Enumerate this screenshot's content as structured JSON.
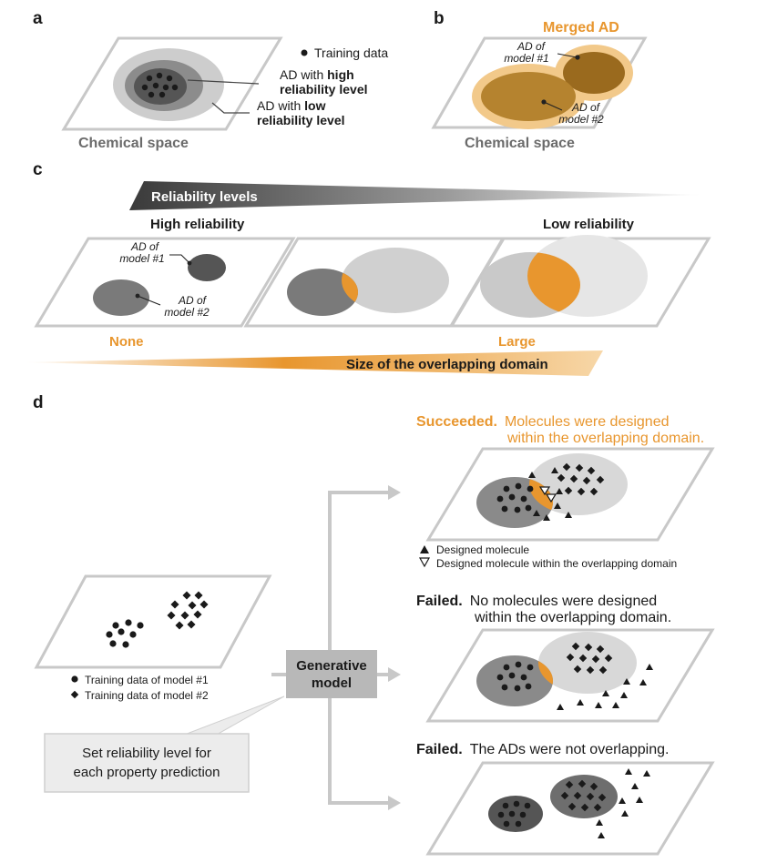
{
  "panels": {
    "a": {
      "letter": "a",
      "legend_training": "Training data",
      "high_line1_pre": "AD with ",
      "high_line1_bold": "high",
      "high_line2": "reliability level",
      "low_line1_pre": "AD with ",
      "low_line1_bold": "low",
      "low_line2": "reliability level",
      "space_label": "Chemical space"
    },
    "b": {
      "letter": "b",
      "merged_title": "Merged AD",
      "ad1_line1": "AD of",
      "ad1_line2": "model #1",
      "ad2_line1": "AD of",
      "ad2_line2": "model #2",
      "space_label": "Chemical space"
    },
    "c": {
      "letter": "c",
      "reliability_banner": "Reliability levels",
      "high_label": "High reliability",
      "low_label": "Low reliability",
      "ad1_line1": "AD of",
      "ad1_line2": "model #1",
      "ad2_line1": "AD of",
      "ad2_line2": "model #2",
      "none_label": "None",
      "large_label": "Large",
      "overlap_banner": "Size of the overlapping domain"
    },
    "d": {
      "letter": "d",
      "legend_model1": "Training data of model #1",
      "legend_model2": "Training data of model #2",
      "reliability_box_line1": "Set reliability level for",
      "reliability_box_line2": "each property prediction",
      "generative_line1": "Generative",
      "generative_line2": "model",
      "success_bold": "Succeeded.",
      "success_line1": "Molecules were designed",
      "success_line2": "within the overlapping domain.",
      "legend_designed": "Designed molecule",
      "legend_designed_overlap": "Designed molecule within the overlapping domain",
      "fail1_bold": "Failed.",
      "fail1_line1": "No molecules were designed",
      "fail1_line2": "within the overlapping domain.",
      "fail2_bold": "Failed.",
      "fail2_line1": "The ADs were not overlapping."
    }
  },
  "colors": {
    "orange": "#e8962e",
    "light_orange": "#f2c98a",
    "plane_stroke": "#c8c8c8",
    "dark_gray": "#555555",
    "mid_gray": "#8a8a8a",
    "light_gray": "#c9c9c9",
    "pale_gray": "#e4e4e4",
    "brown_dark": "#9a6a1e",
    "brown_mid": "#b5832f"
  }
}
